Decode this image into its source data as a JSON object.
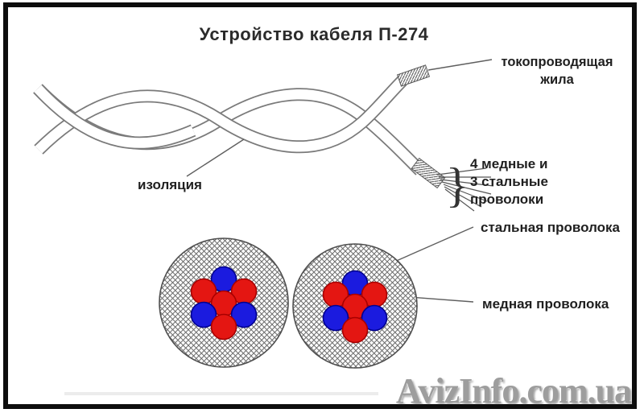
{
  "title": "Устройство  кабеля П-274",
  "diagram": {
    "conductor_label": {
      "line1": "токопроводящая",
      "line2": "жила"
    },
    "insulation_label": "изоляция",
    "strands_label": {
      "line1": "4 медные и",
      "line2": "3 стальные",
      "line3": "проволоки"
    },
    "steel_wire_label": "стальная проволока",
    "copper_wire_label": "медная проволока",
    "brace_glyph": "}",
    "cross_section": {
      "wires_per_conductor": 7,
      "copper_count": 4,
      "steel_count": 3,
      "arrangement": [
        "steel-top",
        "copper-upper-left",
        "copper-upper-right",
        "copper-center",
        "steel-lower-left",
        "steel-lower-right",
        "copper-bottom"
      ]
    },
    "colors": {
      "copper": "#e41612",
      "steel": "#1b1bdf",
      "insulation_mesh": "#6e6e6e",
      "outline": "#7a7a7a"
    }
  },
  "watermark": "AvizInfo.com.ua"
}
